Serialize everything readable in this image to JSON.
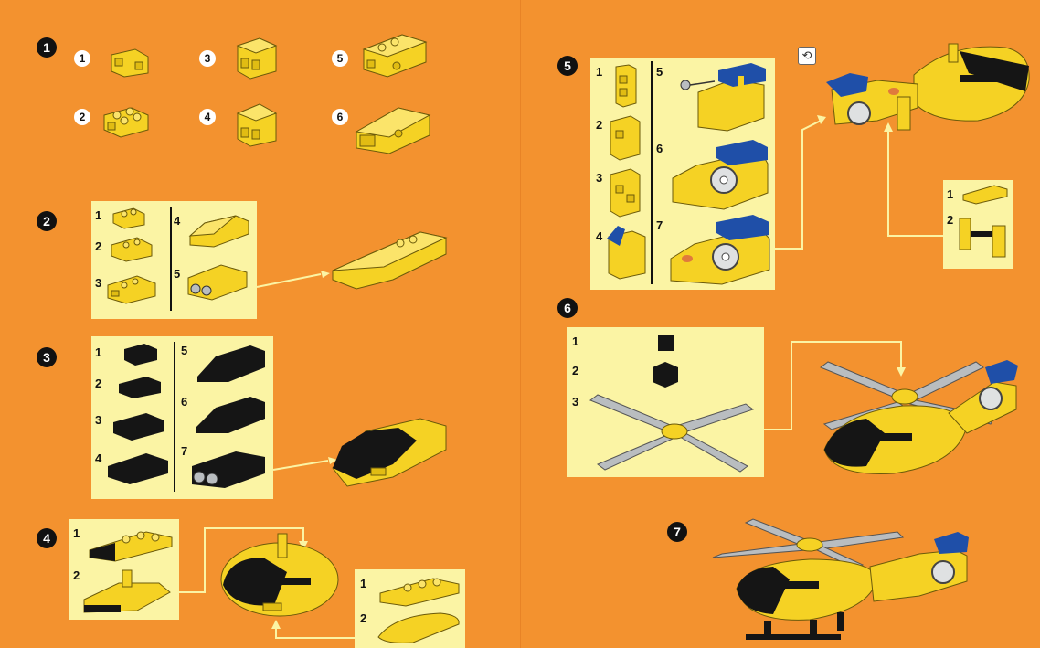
{
  "pages": {
    "left": {
      "steps": [
        {
          "number": "1",
          "substeps": [
            "1",
            "2",
            "3",
            "4",
            "5",
            "6"
          ]
        },
        {
          "number": "2",
          "substeps": [
            "1",
            "2",
            "3",
            "4",
            "5"
          ]
        },
        {
          "number": "3",
          "substeps": [
            "1",
            "2",
            "3",
            "4",
            "5",
            "6",
            "7"
          ]
        },
        {
          "number": "4",
          "substeps": [
            "1",
            "2"
          ],
          "callout_substeps": [
            "1",
            "2"
          ]
        }
      ]
    },
    "right": {
      "steps": [
        {
          "number": "5",
          "substeps": [
            "1",
            "2",
            "3",
            "4",
            "5",
            "6",
            "7"
          ],
          "callout_substeps": [
            "1",
            "2"
          ]
        },
        {
          "number": "6",
          "substeps": [
            "1",
            "2",
            "3"
          ]
        },
        {
          "number": "7"
        }
      ],
      "rotate_icon": "rotate-model-icon"
    }
  },
  "colors": {
    "background": "#f3922f",
    "panel": "#fbf4a4",
    "brick_yellow": "#f5d224",
    "brick_black": "#151515",
    "brick_blue": "#1f4fa8",
    "brick_grey": "#b9bdc0"
  }
}
